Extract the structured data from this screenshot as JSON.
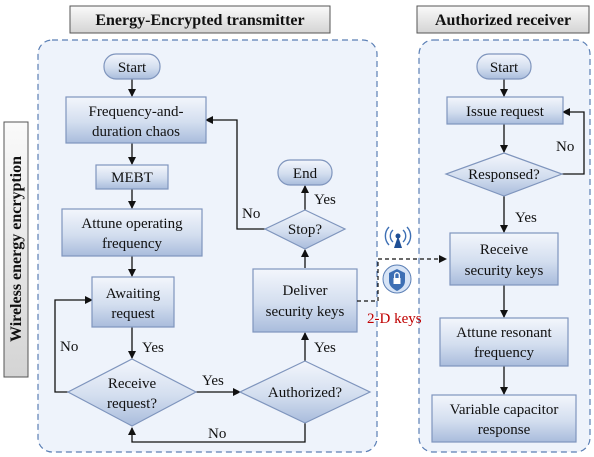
{
  "headers": {
    "transmitter": "Energy-Encrypted transmitter",
    "receiver": "Authorized receiver"
  },
  "side_label": "Wireless energy encryption",
  "transmitter": {
    "start": "Start",
    "chaos": [
      "Frequency-and-",
      "duration chaos"
    ],
    "mebt": "MEBT",
    "attune": [
      "Attune operating",
      "frequency"
    ],
    "awaiting": [
      "Awaiting",
      "request"
    ],
    "receive_request": [
      "Receive",
      "request?"
    ],
    "authorized": "Authorized?",
    "deliver": [
      "Deliver",
      "security keys"
    ],
    "stop": "Stop?",
    "end": "End"
  },
  "receiver": {
    "start": "Start",
    "issue": "Issue request",
    "responsed": "Responsed?",
    "receive_keys": [
      "Receive",
      "security keys"
    ],
    "attune_res": [
      "Attune resonant",
      "frequency"
    ],
    "varcap": [
      "Variable capacitor",
      "response"
    ]
  },
  "edge_labels": {
    "yes": "Yes",
    "no": "No",
    "keys": "2-D keys"
  },
  "colors": {
    "box_fill_top": "#eef3fb",
    "box_fill_bottom": "#b9c9e4",
    "box_stroke": "#7f95bd",
    "panel_fill": "#eef3fb",
    "panel_stroke": "#5b7fb5",
    "header_fill": "#e6e6e6",
    "accent_red": "#c00000"
  }
}
